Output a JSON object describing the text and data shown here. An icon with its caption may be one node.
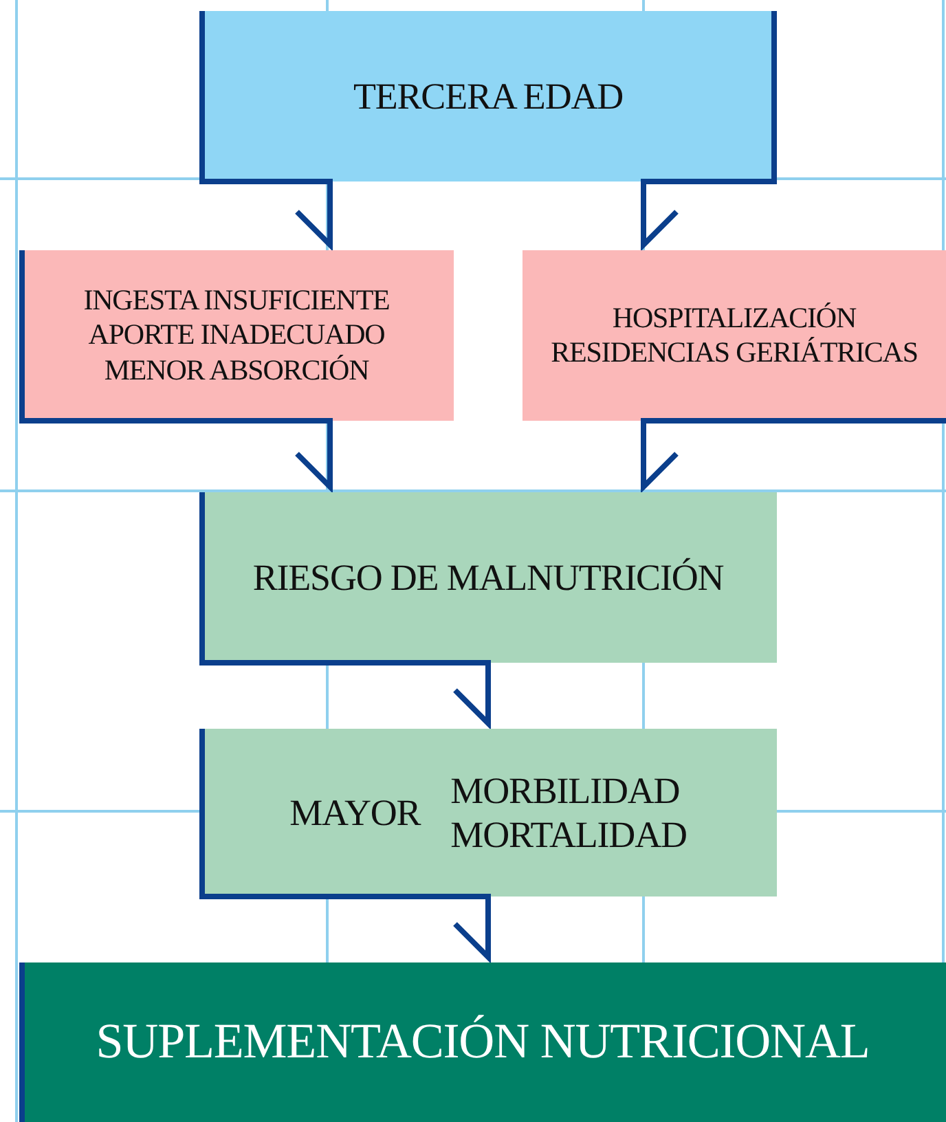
{
  "diagram": {
    "nodes": [
      {
        "text": [
          "TERCERA EDAD"
        ]
      },
      {
        "text": [
          "INGESTA INSUFICIENTE APORTE INADECUADO MENOR ABSORCIÓN"
        ]
      },
      {
        "text": [
          "HOSPITALIZACIÓN RESIDENCIAS GERIÁTRICAS"
        ]
      },
      {
        "text": [
          "RIESGO DE MALNUTRICIÓN"
        ]
      },
      {
        "text": [
          "MAYOR",
          "MORBILIDAD MORTALIDAD"
        ]
      },
      {
        "text": [
          "SUPLEMENTACIÓN NUTRICIONAL"
        ]
      }
    ],
    "edges": [
      {
        "from": 0,
        "to": 1,
        "arrow": "to"
      },
      {
        "from": 0,
        "to": 2,
        "arrow": "to"
      },
      {
        "from": 1,
        "to": 3,
        "arrow": "to"
      },
      {
        "from": 2,
        "to": 3,
        "arrow": "to"
      },
      {
        "from": 3,
        "to": 4,
        "arrow": "to"
      },
      {
        "from": 4,
        "to": 5,
        "arrow": "to"
      }
    ]
  }
}
